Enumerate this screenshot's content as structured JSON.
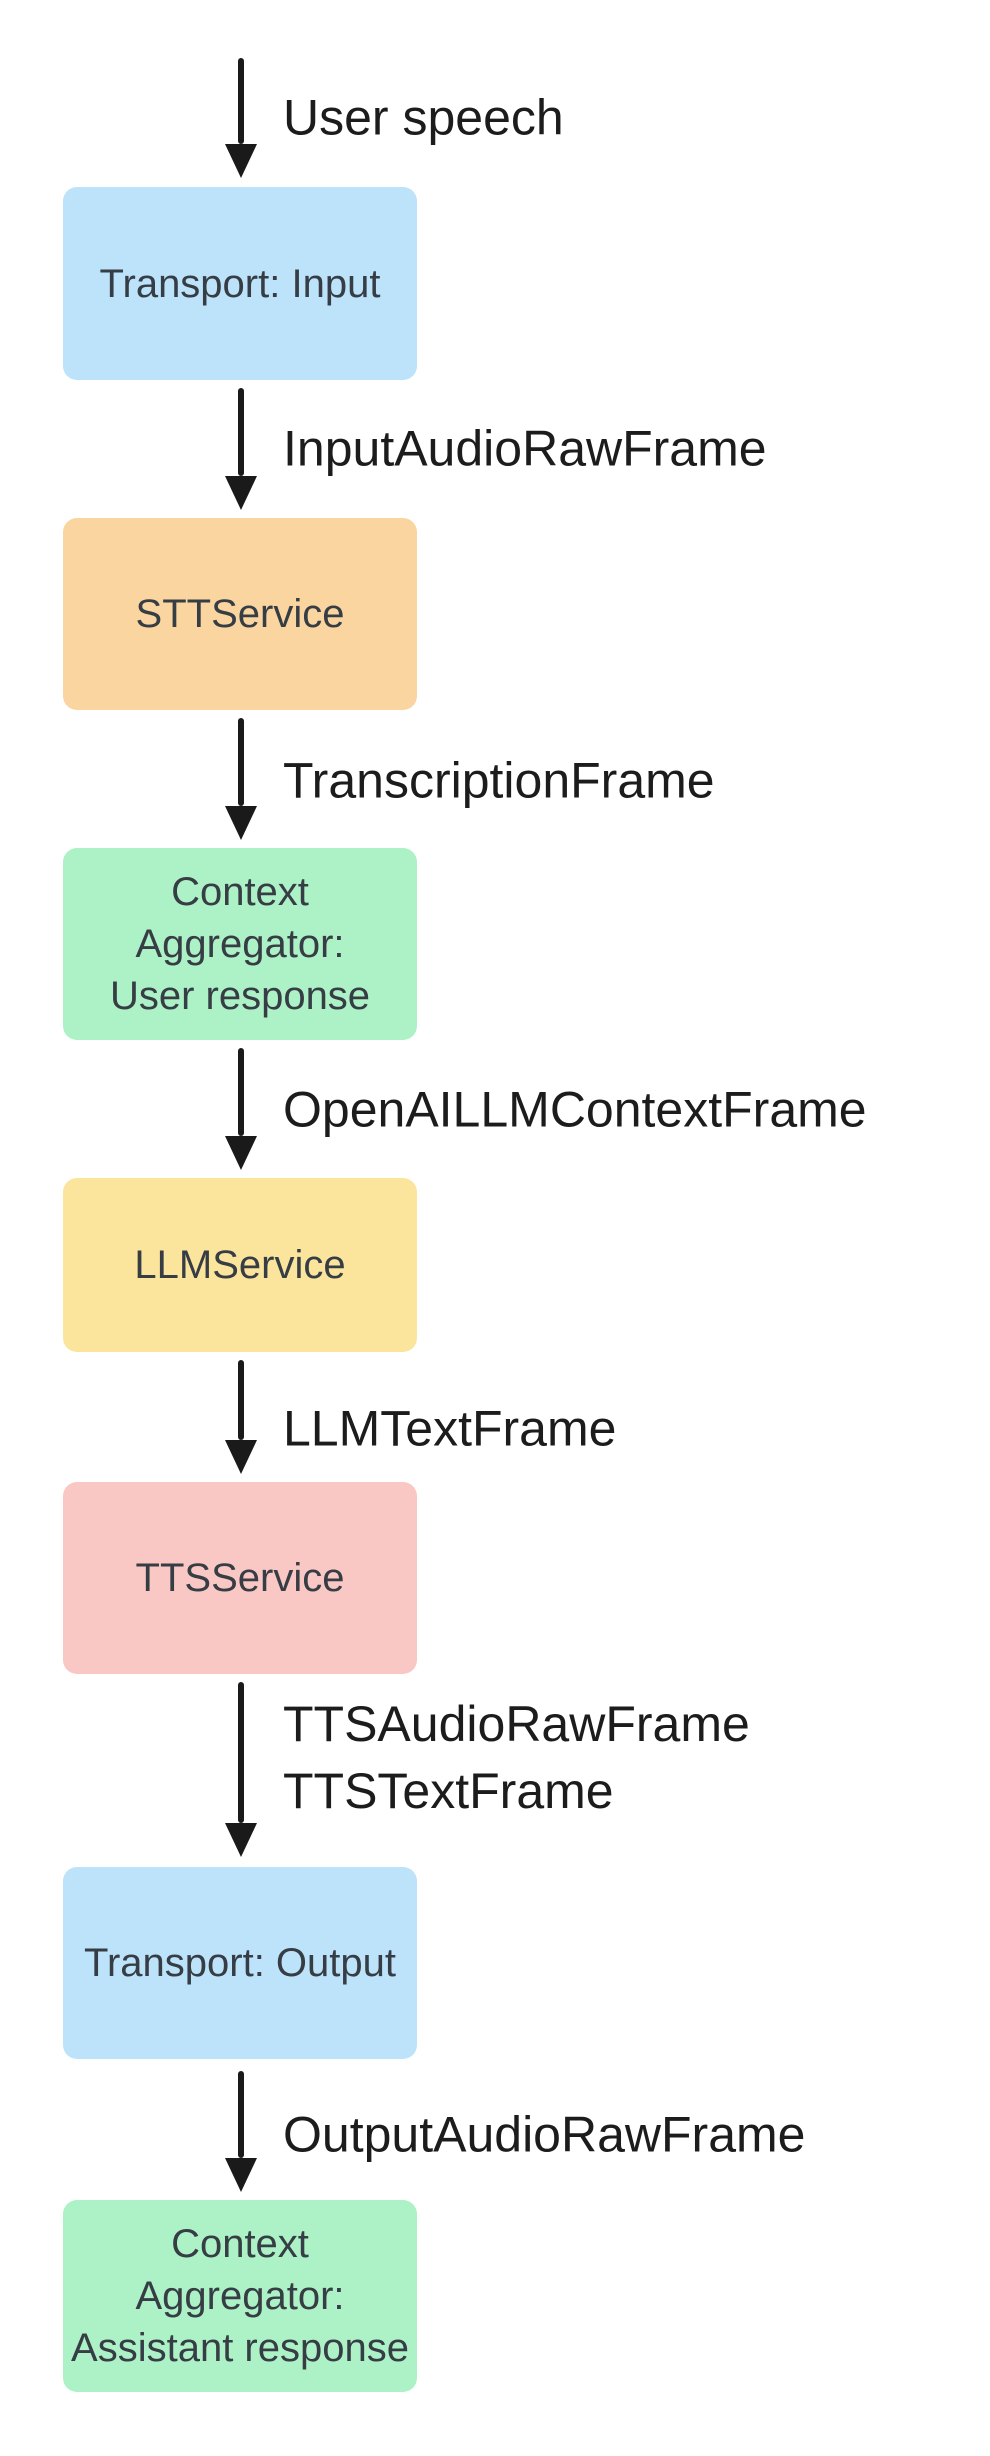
{
  "diagram": {
    "description": "Voice pipeline flow diagram",
    "colors": {
      "background": "#FFFFFF",
      "arrow": "#1A1A1A",
      "edge_label_text": "#1C1C1C",
      "node_text": "#363D44",
      "transport_fill": "#BDE3FB",
      "stt_fill": "#FAD5A0",
      "context_fill": "#ADF2C6",
      "llm_fill": "#FBE59D",
      "tts_fill": "#FAC8C4"
    },
    "nodes": [
      {
        "lines": [
          "Transport: Input"
        ],
        "fill": "#BDE3FB"
      },
      {
        "lines": [
          "STTService"
        ],
        "fill": "#FAD5A0"
      },
      {
        "lines": [
          "Context Aggregator:",
          "User response"
        ],
        "fill": "#ADF2C6"
      },
      {
        "lines": [
          "LLMService"
        ],
        "fill": "#FBE59D"
      },
      {
        "lines": [
          "TTSService"
        ],
        "fill": "#FAC8C4"
      },
      {
        "lines": [
          "Transport: Output"
        ],
        "fill": "#BDE3FB"
      },
      {
        "lines": [
          "Context Aggregator:",
          "Assistant response"
        ],
        "fill": "#ADF2C6"
      }
    ],
    "edges": [
      {
        "lines": [
          "User speech"
        ]
      },
      {
        "lines": [
          "InputAudioRawFrame"
        ]
      },
      {
        "lines": [
          "TranscriptionFrame"
        ]
      },
      {
        "lines": [
          "OpenAILLMContextFrame"
        ]
      },
      {
        "lines": [
          "LLMTextFrame"
        ]
      },
      {
        "lines": [
          "TTSAudioRawFrame",
          "TTSTextFrame"
        ]
      },
      {
        "lines": [
          "OutputAudioRawFrame"
        ]
      }
    ]
  }
}
